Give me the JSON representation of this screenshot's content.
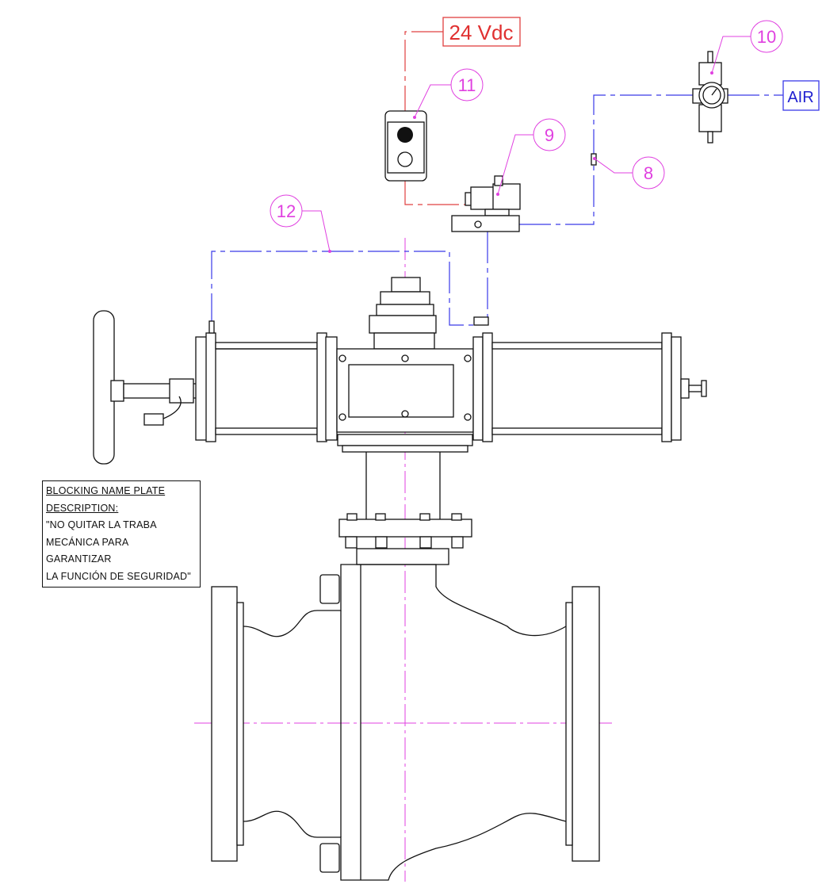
{
  "supply_labels": {
    "voltage": "24 Vdc",
    "air": "AIR"
  },
  "balloons": [
    {
      "id": "8",
      "label": "8"
    },
    {
      "id": "9",
      "label": "9"
    },
    {
      "id": "10",
      "label": "10"
    },
    {
      "id": "11",
      "label": "11"
    },
    {
      "id": "12",
      "label": "12"
    }
  ],
  "name_plate": {
    "title": "BLOCKING NAME PLATE",
    "subtitle": "DESCRIPTION:",
    "lines": [
      "\"NO QUITAR LA TRABA",
      "MECÁNICA PARA GARANTIZAR",
      "LA FUNCIÓN DE SEGURIDAD\""
    ]
  },
  "colors": {
    "electric_line": "#e04040",
    "air_line": "#3a3ae8",
    "balloon": "#e040e0",
    "outline": "#111111"
  }
}
